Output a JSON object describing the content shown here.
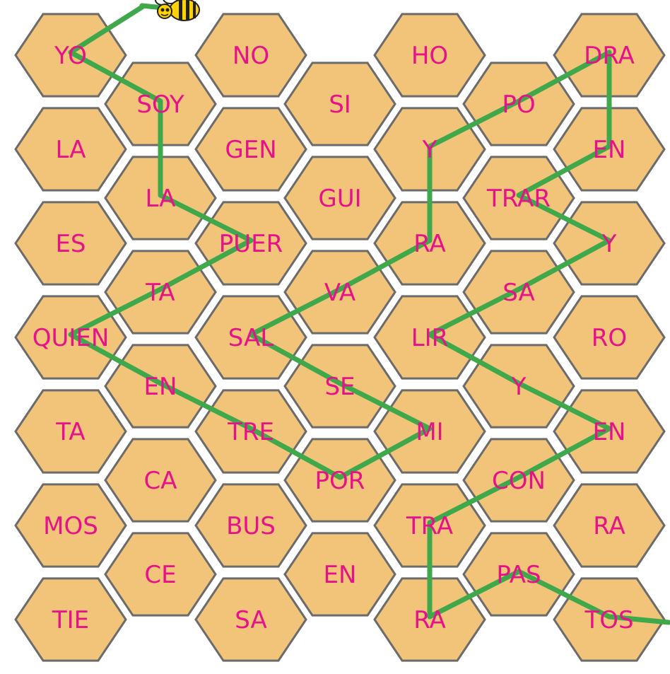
{
  "theme": {
    "hex_fill": "#f1c479",
    "hex_stroke": "#6b6b6b",
    "text_color": "#e6128a",
    "path_color": "#3fa84a"
  },
  "cells": [
    {
      "id": "c0",
      "text": "YO"
    },
    {
      "id": "c1",
      "text": "LA"
    },
    {
      "id": "c2",
      "text": "ES"
    },
    {
      "id": "c3",
      "text": "QUIEN"
    },
    {
      "id": "c4",
      "text": "TA"
    },
    {
      "id": "c5",
      "text": "MOS"
    },
    {
      "id": "c6",
      "text": "TIE"
    },
    {
      "id": "c7",
      "text": "SOY"
    },
    {
      "id": "c8",
      "text": "LA"
    },
    {
      "id": "c9",
      "text": "TA"
    },
    {
      "id": "c10",
      "text": "EN"
    },
    {
      "id": "c11",
      "text": "CA"
    },
    {
      "id": "c12",
      "text": "CE"
    },
    {
      "id": "c13",
      "text": "NO"
    },
    {
      "id": "c14",
      "text": "GEN"
    },
    {
      "id": "c15",
      "text": "PUER"
    },
    {
      "id": "c16",
      "text": "SAL"
    },
    {
      "id": "c17",
      "text": "TRE"
    },
    {
      "id": "c18",
      "text": "BUS"
    },
    {
      "id": "c19",
      "text": "SA"
    },
    {
      "id": "c20",
      "text": "SI"
    },
    {
      "id": "c21",
      "text": "GUI"
    },
    {
      "id": "c22",
      "text": "VA"
    },
    {
      "id": "c23",
      "text": "SE"
    },
    {
      "id": "c24",
      "text": "POR"
    },
    {
      "id": "c25",
      "text": "EN"
    },
    {
      "id": "c26",
      "text": "HO"
    },
    {
      "id": "c27",
      "text": "Y"
    },
    {
      "id": "c28",
      "text": "RA"
    },
    {
      "id": "c29",
      "text": "LIR"
    },
    {
      "id": "c30",
      "text": "MI"
    },
    {
      "id": "c31",
      "text": "TRA"
    },
    {
      "id": "c32",
      "text": "RA"
    },
    {
      "id": "c33",
      "text": "PO"
    },
    {
      "id": "c34",
      "text": "TRAR"
    },
    {
      "id": "c35",
      "text": "SA"
    },
    {
      "id": "c36",
      "text": "Y"
    },
    {
      "id": "c37",
      "text": "CON"
    },
    {
      "id": "c38",
      "text": "PAS"
    },
    {
      "id": "c39",
      "text": "DRA"
    },
    {
      "id": "c40",
      "text": "EN"
    },
    {
      "id": "c41",
      "text": "Y"
    },
    {
      "id": "c42",
      "text": "RO"
    },
    {
      "id": "c43",
      "text": "EN"
    },
    {
      "id": "c44",
      "text": "RA"
    },
    {
      "id": "c45",
      "text": "TOS"
    }
  ],
  "path_sequence": [
    "c0",
    "c7",
    "c8",
    "c15",
    "c9",
    "c3",
    "c10",
    "c17",
    "c24",
    "c30",
    "c23",
    "c16",
    "c22",
    "c28",
    "c27",
    "c33",
    "c39",
    "c40",
    "c34",
    "c41",
    "c35",
    "c29",
    "c36",
    "c43",
    "c37",
    "c31",
    "c32",
    "c38",
    "c45"
  ],
  "bee": {
    "icon": "bee-icon"
  }
}
